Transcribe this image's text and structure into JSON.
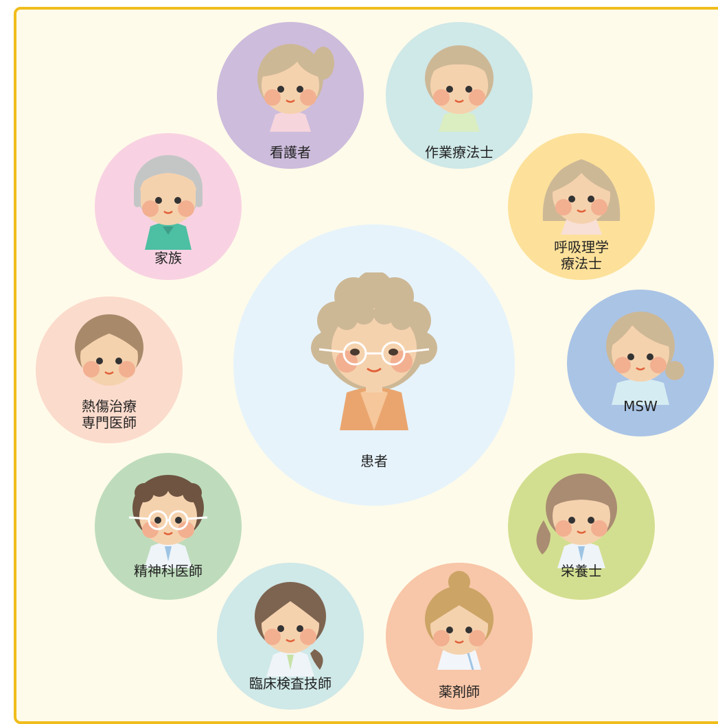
{
  "colors": {
    "border": "#f0bd1c",
    "background": "#fffbea"
  },
  "center": {
    "label": "患者",
    "color": "#e6f3fb"
  },
  "roles": [
    {
      "key": "nurse",
      "label": "看護者",
      "color": "#cdbcdc"
    },
    {
      "key": "ot",
      "label": "作業療法士",
      "color": "#cfe8e8"
    },
    {
      "key": "rt",
      "label": "呼吸理学\n療法士",
      "color": "#fde19a"
    },
    {
      "key": "msw",
      "label": "MSW",
      "color": "#aac4e6"
    },
    {
      "key": "dietitian",
      "label": "栄養士",
      "color": "#d3df90"
    },
    {
      "key": "pharmacist",
      "label": "薬剤師",
      "color": "#f8c6a8"
    },
    {
      "key": "lab",
      "label": "臨床検査技師",
      "color": "#cfe8e8"
    },
    {
      "key": "psych",
      "label": "精神科医師",
      "color": "#bedcbc"
    },
    {
      "key": "burn",
      "label": "熱傷治療\n専門医師",
      "color": "#fbdbcc"
    },
    {
      "key": "family",
      "label": "家族",
      "color": "#f8d2e2"
    }
  ]
}
